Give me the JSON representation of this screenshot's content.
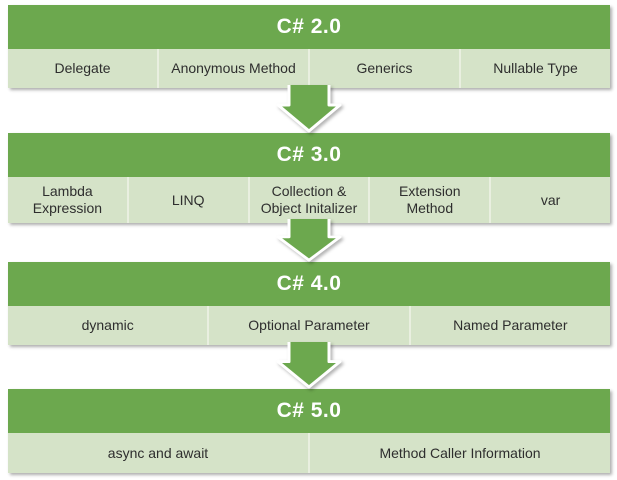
{
  "diagram": {
    "accent_color": "#6ca84e",
    "light_color": "#d5e3c8",
    "arrow_icon": "down-arrow",
    "versions": [
      {
        "label": "C# 2.0",
        "features": [
          "Delegate",
          "Anonymous Method",
          "Generics",
          "Nullable Type"
        ]
      },
      {
        "label": "C# 3.0",
        "features": [
          "Lambda Expression",
          "LINQ",
          "Collection & Object Initalizer",
          "Extension Method",
          "var"
        ]
      },
      {
        "label": "C# 4.0",
        "features": [
          "dynamic",
          "Optional Parameter",
          "Named Parameter"
        ]
      },
      {
        "label": "C# 5.0",
        "features": [
          "async and await",
          "Method Caller Information"
        ]
      }
    ]
  }
}
